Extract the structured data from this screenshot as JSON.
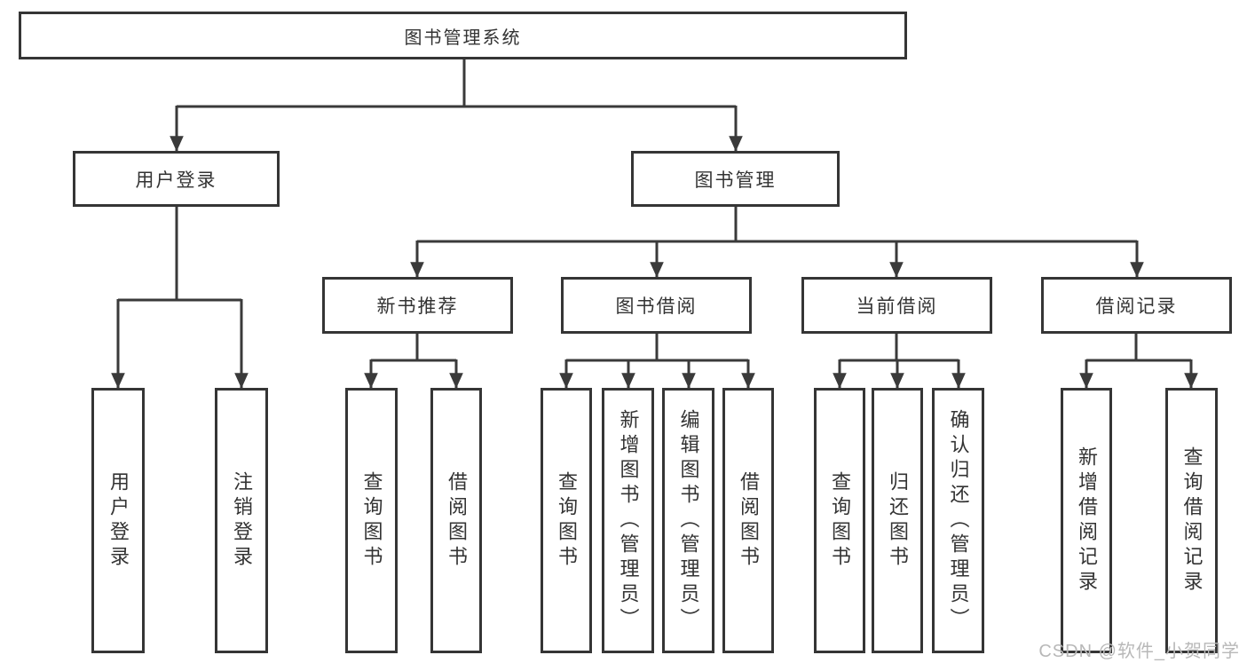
{
  "diagram": {
    "type": "hierarchy-tree",
    "watermark": "CSDN @软件_小贺同学",
    "colors": {
      "line": "#3a3a3a",
      "box_border": "#353535",
      "text": "#333333",
      "watermark": "#b8b8b8",
      "background": "#ffffff"
    },
    "tree": {
      "label": "图书管理系统",
      "children": [
        {
          "label": "用户登录",
          "children": [
            {
              "label": "用户登录"
            },
            {
              "label": "注销登录"
            }
          ]
        },
        {
          "label": "图书管理",
          "children": [
            {
              "label": "新书推荐",
              "children": [
                {
                  "label": "查询图书"
                },
                {
                  "label": "借阅图书"
                }
              ]
            },
            {
              "label": "图书借阅",
              "children": [
                {
                  "label": "查询图书"
                },
                {
                  "label": "新增图书（管理员）"
                },
                {
                  "label": "编辑图书（管理员）"
                },
                {
                  "label": "借阅图书"
                }
              ]
            },
            {
              "label": "当前借阅",
              "children": [
                {
                  "label": "查询图书"
                },
                {
                  "label": "归还图书"
                },
                {
                  "label": "确认归还（管理员）"
                }
              ]
            },
            {
              "label": "借阅记录",
              "children": [
                {
                  "label": "新增借阅记录"
                },
                {
                  "label": "查询借阅记录"
                }
              ]
            }
          ]
        }
      ]
    }
  }
}
